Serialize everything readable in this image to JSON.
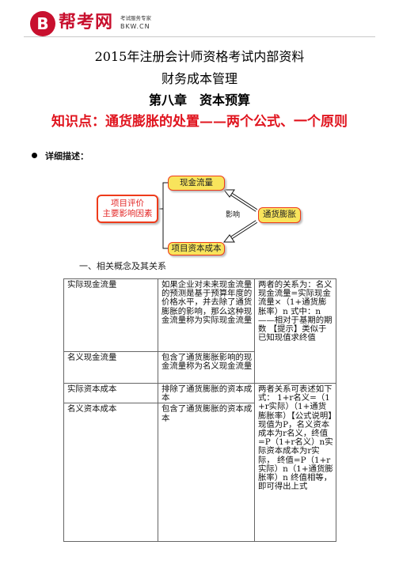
{
  "header": {
    "logo_mark": "B",
    "logo_name": "帮考网",
    "logo_slogan": "考试服务专家",
    "logo_domain": "BKW.CN"
  },
  "titles": {
    "line1": "2015年注册会计师资格考试内部资料",
    "line2": "财务成本管理",
    "line3": "第八章　资本预算"
  },
  "topic": "知识点：通货膨胀的处置——两个公式、一个原则",
  "detail_label": "详细描述：",
  "diagram": {
    "left_line1": "项目评价",
    "left_line2": "主要影响因素",
    "top": "现金流量",
    "bottom": "项目资本成本",
    "middle": "影响",
    "right": "通货膨胀",
    "colors": {
      "border": "#ee3b1b",
      "fill": "#f8e45c",
      "left_text": "#e32929"
    }
  },
  "section_heading": "一、相关概念及其关系",
  "table": {
    "r1": {
      "term": "实际现金流量",
      "definition": "如果企业对未来现金流量的预测是基于预算年度的价格水平，并去除了通货膨胀的影响，那么这种现金流量称为实际现金流量",
      "relation": "两者的关系为：名义现金流量=实际现金流量×（1+通货膨胀率）n 式中：n——相对于基期的期数 【提示】类似于已知现值求终值"
    },
    "r2": {
      "term": "名义现金流量",
      "definition": "包含了通货膨胀影响的现金流量称为名义现金流量"
    },
    "r3": {
      "term": "实际资本成本",
      "definition": "排除了通货膨胀的资本成本",
      "relation": "两者关系可表述如下式： 1+r名义=（1+r实际）（1+通货膨胀率）【公式说明】现值为P，名义资本成本为r名义，终值=P（1+r名义）n实际资本成本为r实际， 终值=P（1+r实际）n（1+通货膨胀率）n 终值相等，即可得出上式"
    },
    "r4": {
      "term": "名义资本成本",
      "definition": "包含了通货膨胀的资本成本"
    }
  }
}
